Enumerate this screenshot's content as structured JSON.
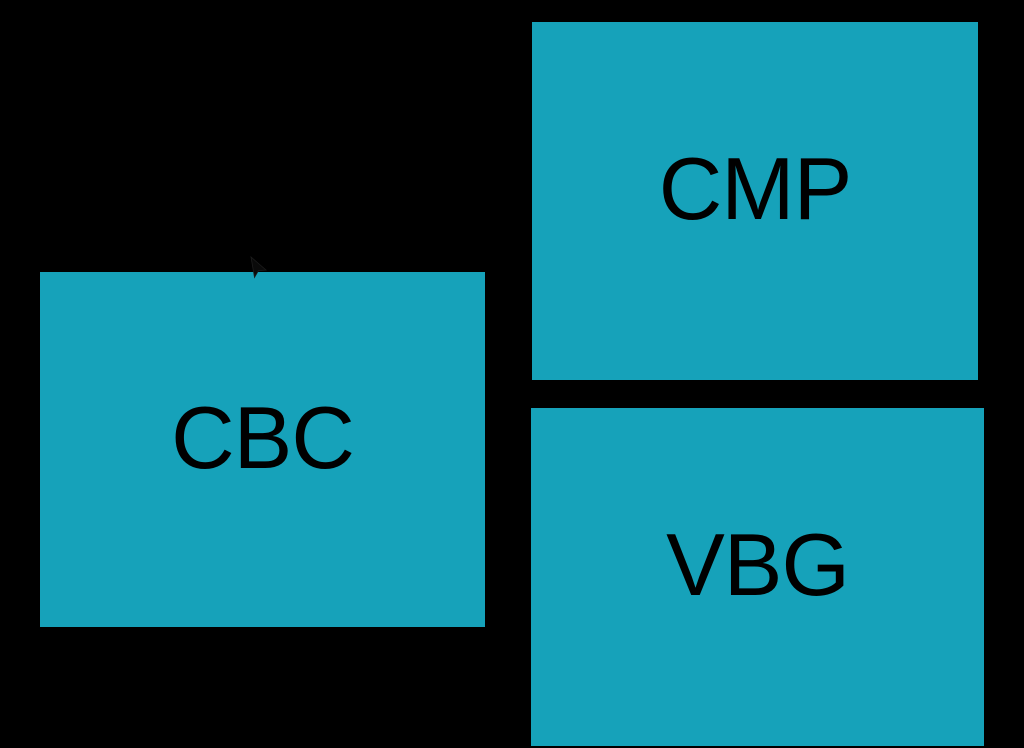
{
  "canvas": {
    "background_color": "#000000",
    "shape_fill_color": "#16A2BA",
    "label_color": "#000000"
  },
  "boxes": [
    {
      "id": "cmp",
      "label": "CMP"
    },
    {
      "id": "cbc",
      "label": "CBC"
    },
    {
      "id": "vbg",
      "label": "VBG"
    }
  ]
}
